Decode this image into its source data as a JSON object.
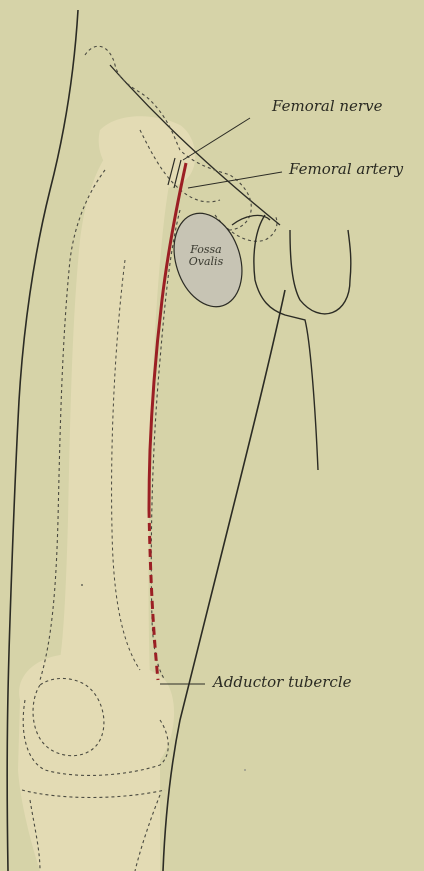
{
  "colors": {
    "background": "#d6d3a8",
    "bone": "#e3dbb4",
    "outline": "#2b2b24",
    "artery": "#9b1f24",
    "fossa_fill": "#c7c4b4"
  },
  "labels": {
    "femoral_nerve": "Femoral nerve",
    "femoral_artery": "Femoral artery",
    "fossa_line1": "Fossa",
    "fossa_line2": "Ovalis",
    "adductor_tubercle": "Adductor tubercle"
  }
}
